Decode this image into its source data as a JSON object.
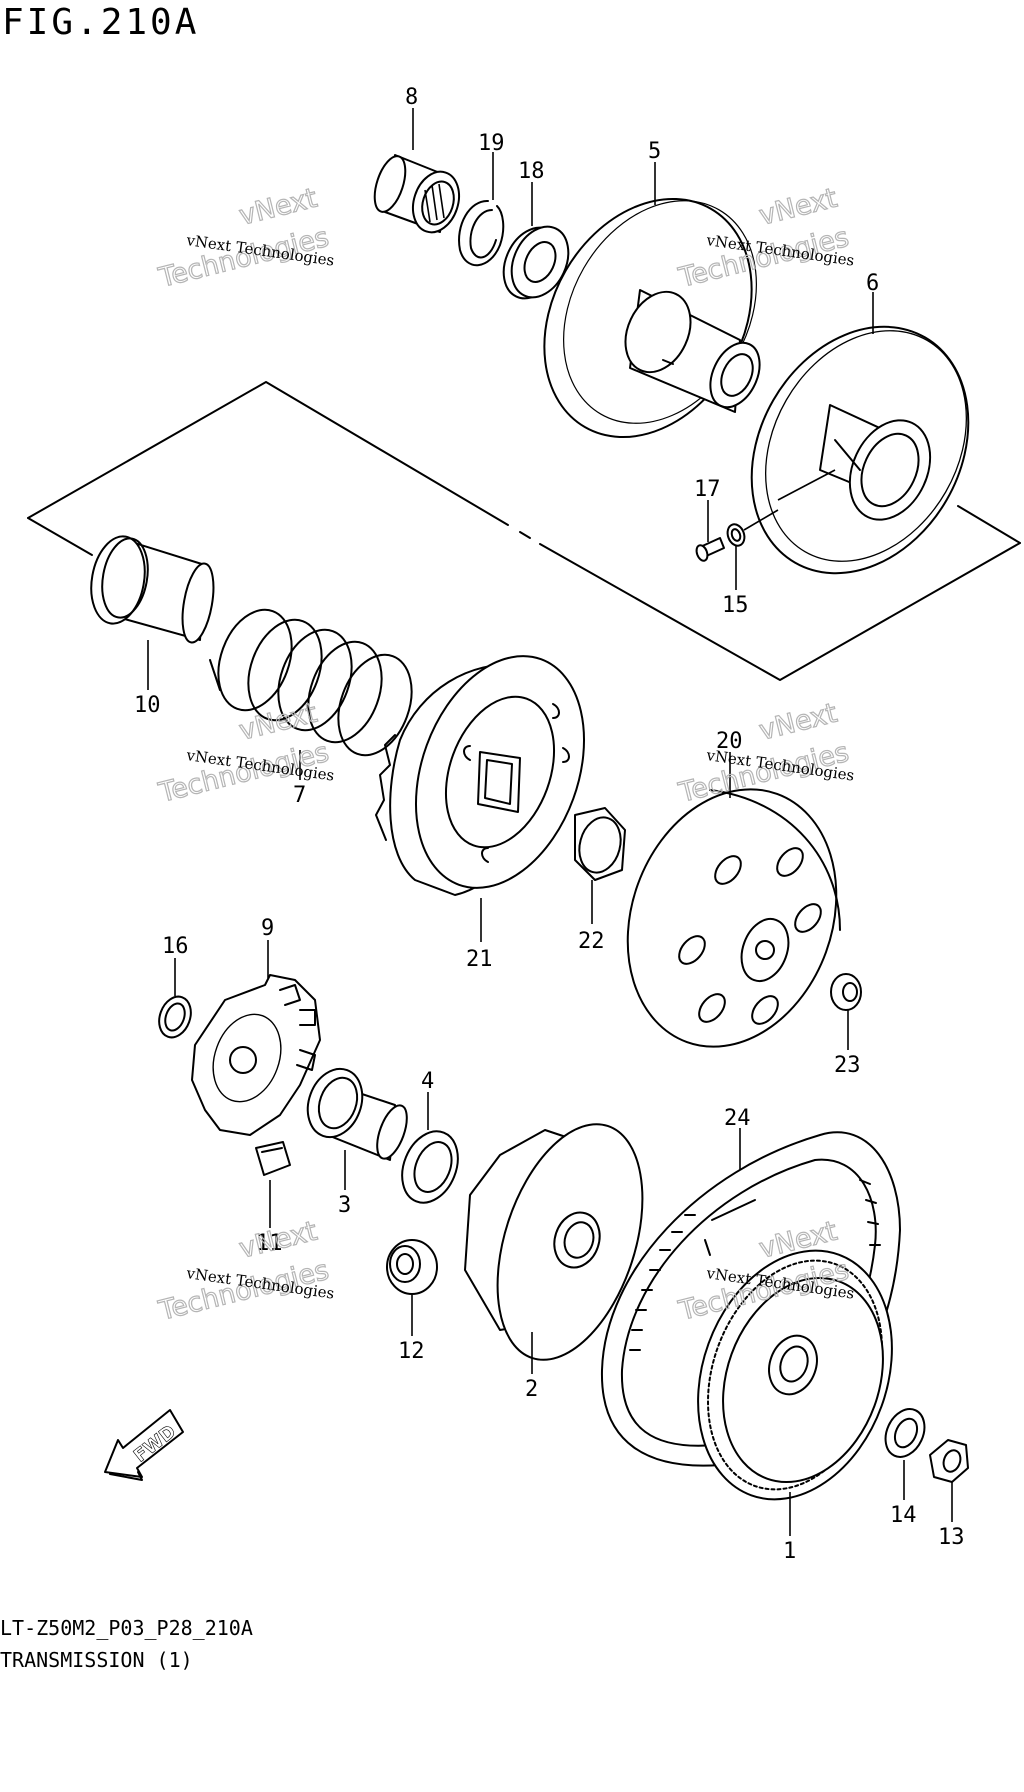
{
  "figure_title": "FIG.210A",
  "footer": {
    "code": "LT-Z50M2_P03_P28_210A",
    "section": "TRANSMISSION (1)"
  },
  "watermark": {
    "line1": "vNext Technologies",
    "line2a": "vNext",
    "line2b": "Technologies"
  },
  "fwd_label": "FWD",
  "callouts": [
    "8",
    "19",
    "18",
    "5",
    "6",
    "17",
    "15",
    "10",
    "7",
    "20",
    "21",
    "22",
    "16",
    "9",
    "23",
    "4",
    "24",
    "3",
    "11",
    "12",
    "2",
    "14",
    "13",
    "1"
  ]
}
